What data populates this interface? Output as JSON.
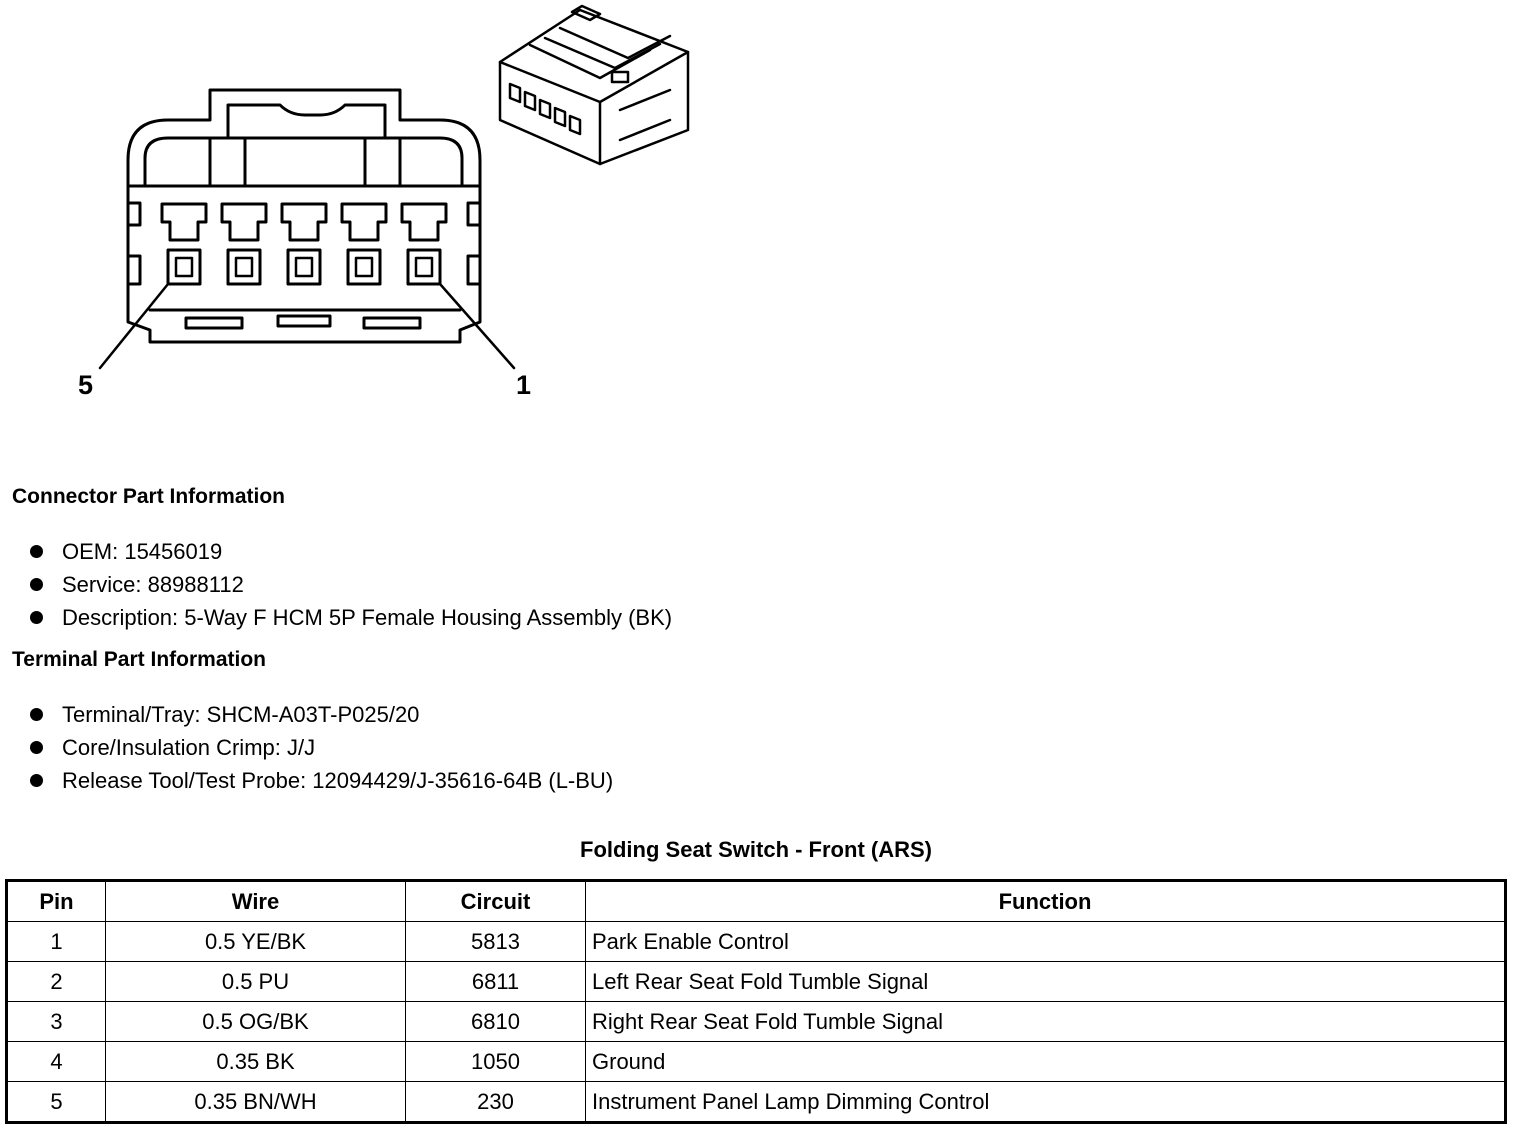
{
  "diagram": {
    "pin_left_label": "5",
    "pin_right_label": "1"
  },
  "connector_section": {
    "title": "Connector Part Information",
    "items": [
      "OEM: 15456019",
      "Service: 88988112",
      "Description: 5-Way F HCM 5P Female Housing Assembly (BK)"
    ]
  },
  "terminal_section": {
    "title": "Terminal Part Information",
    "items": [
      "Terminal/Tray: SHCM-A03T-P025/20",
      "Core/Insulation Crimp: J/J",
      "Release Tool/Test Probe: 12094429/J-35616-64B (L-BU)"
    ]
  },
  "table": {
    "title": "Folding Seat Switch - Front (ARS)",
    "headers": [
      "Pin",
      "Wire",
      "Circuit",
      "Function"
    ],
    "rows": [
      [
        "1",
        "0.5 YE/BK",
        "5813",
        "Park Enable Control"
      ],
      [
        "2",
        "0.5 PU",
        "6811",
        "Left Rear Seat Fold Tumble Signal"
      ],
      [
        "3",
        "0.5 OG/BK",
        "6810",
        "Right Rear Seat Fold Tumble Signal"
      ],
      [
        "4",
        "0.35 BK",
        "1050",
        "Ground"
      ],
      [
        "5",
        "0.35 BN/WH",
        "230",
        "Instrument Panel Lamp Dimming Control"
      ]
    ]
  }
}
